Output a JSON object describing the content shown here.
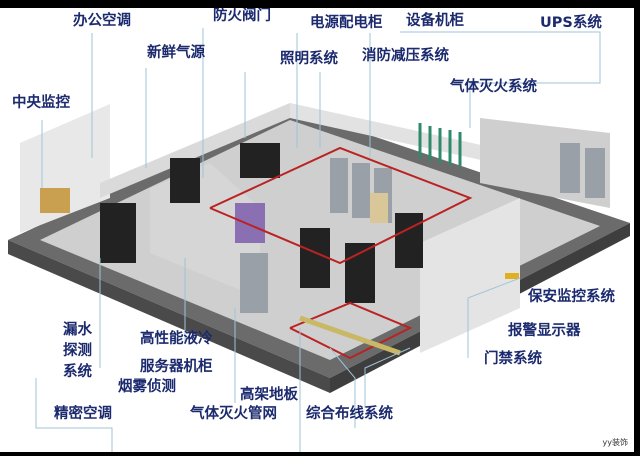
{
  "labels": {
    "office_ac": "办公空调",
    "fire_damper": "防火阀门",
    "power_cabinet": "电源配电柜",
    "equipment_rack": "设备机柜",
    "ups": "UPS系统",
    "fresh_air": "新鲜气源",
    "lighting": "照明系统",
    "fire_pressure_relief": "消防减压系统",
    "gas_extinguishing": "气体灭火系统",
    "central_monitoring": "中央监控",
    "leak_detection": [
      "漏水",
      "探测",
      "系统"
    ],
    "liquid_cooling": "高性能液冷",
    "server_rack": "服务器机柜",
    "smoke_detection": "烟雾侦测",
    "raised_floor": "高架地板",
    "precision_ac": "精密空调",
    "gas_pipe_network": "气体灭火管网",
    "cabling": "综合布线系统",
    "security_monitoring": "保安监控系统",
    "alarm_display": "报警显示器",
    "access_control": "门禁系统"
  },
  "watermark": "yy装饰"
}
